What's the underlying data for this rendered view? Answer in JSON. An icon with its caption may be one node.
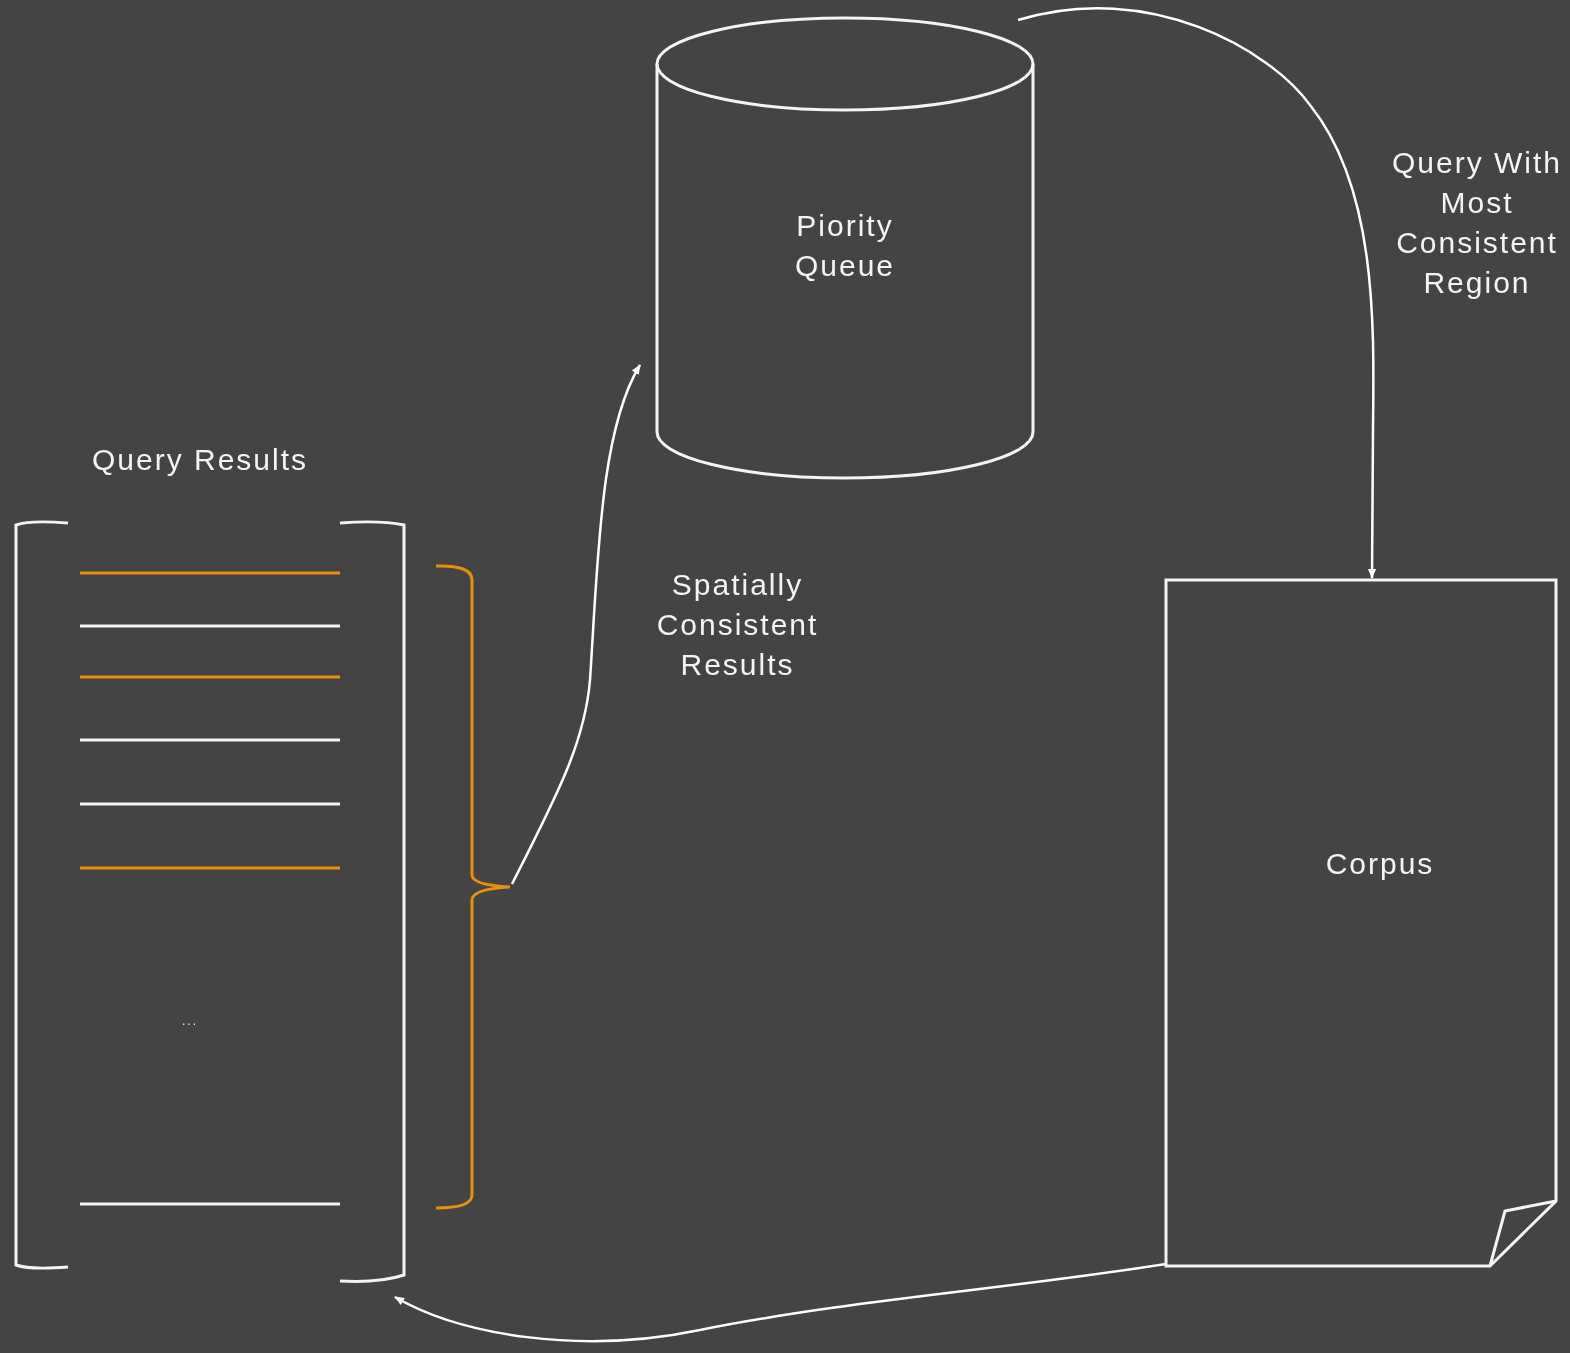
{
  "diagram": {
    "nodes": [
      {
        "text": [
          "Query Results",
          "..."
        ]
      },
      {
        "text": [
          "Piority Queue"
        ]
      },
      {
        "text": [
          "Corpus"
        ]
      }
    ],
    "edges": [
      {
        "from": 0,
        "to": 1,
        "arrow": "to",
        "label": "Spatially Consistent Results"
      },
      {
        "from": 1,
        "to": 2,
        "arrow": "to",
        "label": "Query With Most Consistent Region"
      },
      {
        "from": 2,
        "to": 0,
        "arrow": "to"
      }
    ]
  }
}
